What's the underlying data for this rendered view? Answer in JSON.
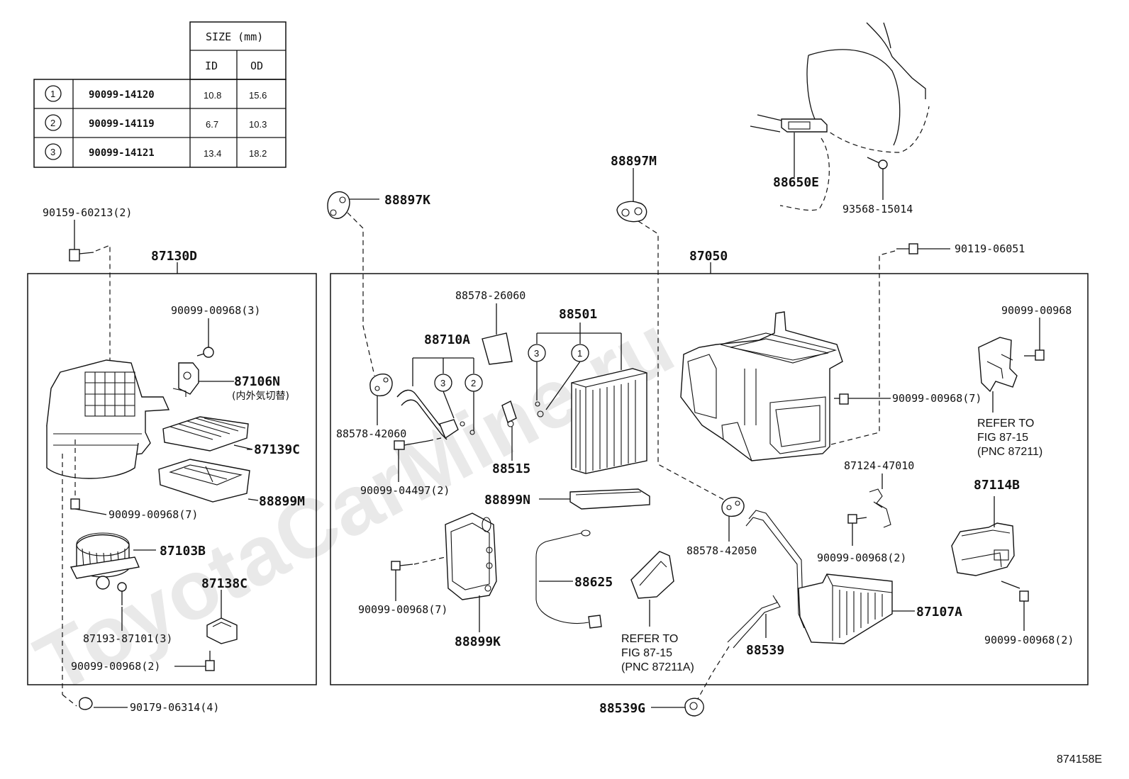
{
  "watermark": "ToyotaCarMine.ru",
  "figure_id": "874158E",
  "size_table": {
    "header": "SIZE (mm)",
    "col_id": "ID",
    "col_od": "OD",
    "rows": [
      {
        "mark": "1",
        "part": "90099-14120",
        "id": "10.8",
        "od": "15.6"
      },
      {
        "mark": "2",
        "part": "90099-14119",
        "id": "6.7",
        "od": "10.3"
      },
      {
        "mark": "3",
        "part": "90099-14121",
        "id": "13.4",
        "od": "18.2"
      }
    ]
  },
  "groups": {
    "blower": "87130D",
    "heater": "87050"
  },
  "labels": {
    "p90159_60213": "90159-60213(2)",
    "p88897K": "88897K",
    "p88897M": "88897M",
    "p88650E": "88650E",
    "p93568_15014": "93568-15014",
    "p90119_06051": "90119-06051",
    "p90099_00968_3": "90099-00968(3)",
    "p87106N": "87106N",
    "p87106N_jp": "(内外気切替)",
    "p87139C": "87139C",
    "p88899M": "88899M",
    "p90099_00968_7a": "90099-00968(7)",
    "p87103B": "87103B",
    "p87138C": "87138C",
    "p87193_87101": "87193-87101(3)",
    "p90099_00968_2a": "90099-00968(2)",
    "p90179_06314": "90179-06314(4)",
    "p88578_26060": "88578-26060",
    "p88710A": "88710A",
    "p88501": "88501",
    "p88578_42060": "88578-42060",
    "p88515": "88515",
    "p90099_04497": "90099-04497(2)",
    "p88899N": "88899N",
    "p90099_00968_7b": "90099-00968(7)",
    "p88899K": "88899K",
    "p88625": "88625",
    "p90099_00968": "90099-00968",
    "p90099_00968_7c": "90099-00968(7)",
    "p87124_47010": "87124-47010",
    "p87114B": "87114B",
    "p88578_42050": "88578-42050",
    "p90099_00968_2b": "90099-00968(2)",
    "p90099_00968_2c": "90099-00968(2)",
    "p87107A": "87107A",
    "p88539": "88539",
    "p88539G": "88539G"
  },
  "callouts": {
    "c88710A_3": "3",
    "c88710A_2": "2",
    "c88501_3": "3",
    "c88501_1": "1"
  },
  "refer_right": {
    "line1": "REFER TO",
    "line2": "FIG 87-15",
    "line3": "(PNC 87211)"
  },
  "refer_mid": {
    "line1": "REFER TO",
    "line2": "FIG 87-15",
    "line3": "(PNC 87211A)"
  }
}
